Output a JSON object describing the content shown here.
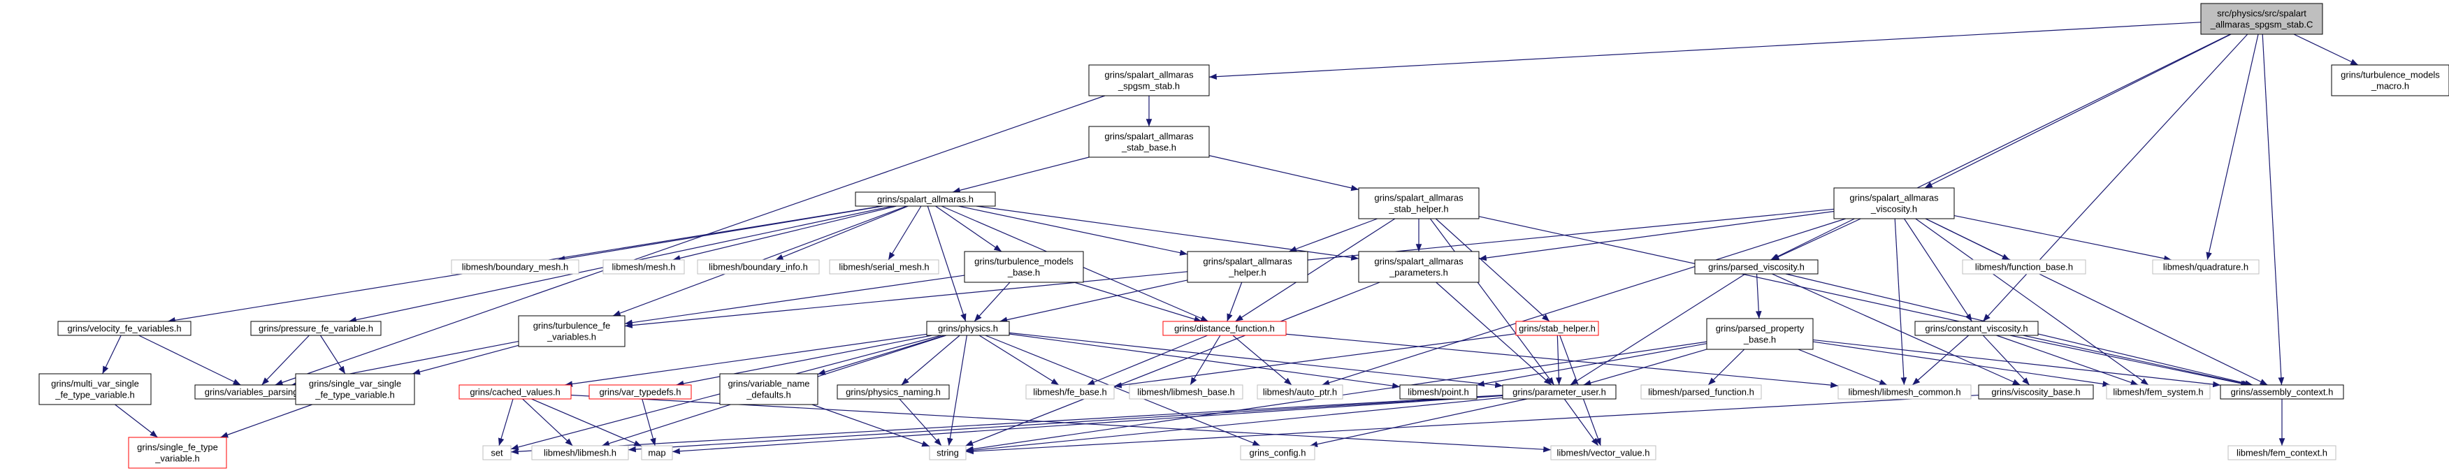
{
  "nodes": [
    {
      "id": "root",
      "lines": [
        "src/physics/src/spalart",
        "_allmaras_spgsm_stab.C"
      ],
      "style": "root"
    },
    {
      "id": "sa_spgsm_stab_h",
      "lines": [
        "grins/spalart_allmaras",
        "_spgsm_stab.h"
      ],
      "style": "normal"
    },
    {
      "id": "turb_macro_h",
      "lines": [
        "grins/turbulence_models",
        "_macro.h"
      ],
      "style": "normal"
    },
    {
      "id": "sa_stab_base_h",
      "lines": [
        "grins/spalart_allmaras",
        "_stab_base.h"
      ],
      "style": "normal"
    },
    {
      "id": "sa_h",
      "lines": [
        "grins/spalart_allmaras.h"
      ],
      "style": "normal"
    },
    {
      "id": "sa_stab_helper_h",
      "lines": [
        "grins/spalart_allmaras",
        "_stab_helper.h"
      ],
      "style": "normal"
    },
    {
      "id": "sa_viscosity_h",
      "lines": [
        "grins/spalart_allmaras",
        "_viscosity.h"
      ],
      "style": "normal"
    },
    {
      "id": "boundary_mesh_h",
      "lines": [
        "libmesh/boundary_mesh.h"
      ],
      "style": "gray"
    },
    {
      "id": "mesh_h",
      "lines": [
        "libmesh/mesh.h"
      ],
      "style": "gray"
    },
    {
      "id": "boundary_info_h",
      "lines": [
        "libmesh/boundary_info.h"
      ],
      "style": "gray"
    },
    {
      "id": "serial_mesh_h",
      "lines": [
        "libmesh/serial_mesh.h"
      ],
      "style": "gray"
    },
    {
      "id": "turb_models_base_h",
      "lines": [
        "grins/turbulence_models",
        "_base.h"
      ],
      "style": "normal"
    },
    {
      "id": "sa_helper_h",
      "lines": [
        "grins/spalart_allmaras",
        "_helper.h"
      ],
      "style": "normal"
    },
    {
      "id": "sa_parameters_h",
      "lines": [
        "grins/spalart_allmaras",
        "_parameters.h"
      ],
      "style": "normal"
    },
    {
      "id": "parsed_viscosity_h",
      "lines": [
        "grins/parsed_viscosity.h"
      ],
      "style": "normal"
    },
    {
      "id": "function_base_h",
      "lines": [
        "libmesh/function_base.h"
      ],
      "style": "gray"
    },
    {
      "id": "quadrature_h",
      "lines": [
        "libmesh/quadrature.h"
      ],
      "style": "gray"
    },
    {
      "id": "velocity_fe_vars_h",
      "lines": [
        "grins/velocity_fe_variables.h"
      ],
      "style": "normal"
    },
    {
      "id": "pressure_fe_var_h",
      "lines": [
        "grins/pressure_fe_variable.h"
      ],
      "style": "normal"
    },
    {
      "id": "turbulence_fe_vars_h",
      "lines": [
        "grins/turbulence_fe",
        "_variables.h"
      ],
      "style": "normal"
    },
    {
      "id": "physics_h",
      "lines": [
        "grins/physics.h"
      ],
      "style": "normal"
    },
    {
      "id": "distance_function_h",
      "lines": [
        "grins/distance_function.h"
      ],
      "style": "red"
    },
    {
      "id": "stab_helper_h",
      "lines": [
        "grins/stab_helper.h"
      ],
      "style": "red"
    },
    {
      "id": "parsed_property_base_h",
      "lines": [
        "grins/parsed_property",
        "_base.h"
      ],
      "style": "normal"
    },
    {
      "id": "constant_viscosity_h",
      "lines": [
        "grins/constant_viscosity.h"
      ],
      "style": "normal"
    },
    {
      "id": "multi_var_single_h",
      "lines": [
        "grins/multi_var_single",
        "_fe_type_variable.h"
      ],
      "style": "normal"
    },
    {
      "id": "variables_parsing_h",
      "lines": [
        "grins/variables_parsing.h"
      ],
      "style": "normal"
    },
    {
      "id": "single_var_single_h",
      "lines": [
        "grins/single_var_single",
        "_fe_type_variable.h"
      ],
      "style": "normal"
    },
    {
      "id": "cached_values_h",
      "lines": [
        "grins/cached_values.h"
      ],
      "style": "red"
    },
    {
      "id": "var_typedefs_h",
      "lines": [
        "grins/var_typedefs.h"
      ],
      "style": "red"
    },
    {
      "id": "variable_name_defaults_h",
      "lines": [
        "grins/variable_name",
        "_defaults.h"
      ],
      "style": "normal"
    },
    {
      "id": "physics_naming_h",
      "lines": [
        "grins/physics_naming.h"
      ],
      "style": "normal"
    },
    {
      "id": "fe_base_h",
      "lines": [
        "libmesh/fe_base.h"
      ],
      "style": "gray"
    },
    {
      "id": "libmesh_base_h",
      "lines": [
        "libmesh/libmesh_base.h"
      ],
      "style": "gray"
    },
    {
      "id": "auto_ptr_h",
      "lines": [
        "libmesh/auto_ptr.h"
      ],
      "style": "gray"
    },
    {
      "id": "point_h",
      "lines": [
        "libmesh/point.h"
      ],
      "style": "normal"
    },
    {
      "id": "parameter_user_h",
      "lines": [
        "grins/parameter_user.h"
      ],
      "style": "normal"
    },
    {
      "id": "parsed_function_h",
      "lines": [
        "libmesh/parsed_function.h"
      ],
      "style": "gray"
    },
    {
      "id": "libmesh_common_h",
      "lines": [
        "libmesh/libmesh_common.h"
      ],
      "style": "gray"
    },
    {
      "id": "viscosity_base_h",
      "lines": [
        "grins/viscosity_base.h"
      ],
      "style": "normal"
    },
    {
      "id": "fem_system_h",
      "lines": [
        "libmesh/fem_system.h"
      ],
      "style": "gray"
    },
    {
      "id": "assembly_context_h",
      "lines": [
        "grins/assembly_context.h"
      ],
      "style": "normal"
    },
    {
      "id": "single_fe_type_var_h",
      "lines": [
        "grins/single_fe_type",
        "_variable.h"
      ],
      "style": "red"
    },
    {
      "id": "set",
      "lines": [
        "set"
      ],
      "style": "gray"
    },
    {
      "id": "libmesh_h",
      "lines": [
        "libmesh/libmesh.h"
      ],
      "style": "gray"
    },
    {
      "id": "map",
      "lines": [
        "map"
      ],
      "style": "gray"
    },
    {
      "id": "string",
      "lines": [
        "string"
      ],
      "style": "gray"
    },
    {
      "id": "grins_config_h",
      "lines": [
        "grins_config.h"
      ],
      "style": "gray"
    },
    {
      "id": "vector_value_h",
      "lines": [
        "libmesh/vector_value.h"
      ],
      "style": "gray"
    },
    {
      "id": "fem_context_h",
      "lines": [
        "libmesh/fem_context.h"
      ],
      "style": "gray"
    }
  ],
  "edges": [
    [
      "root",
      "sa_spgsm_stab_h"
    ],
    [
      "root",
      "turb_macro_h"
    ],
    [
      "root",
      "sa_viscosity_h"
    ],
    [
      "root",
      "parsed_viscosity_h"
    ],
    [
      "root",
      "quadrature_h"
    ],
    [
      "root",
      "constant_viscosity_h"
    ],
    [
      "root",
      "assembly_context_h"
    ],
    [
      "sa_spgsm_stab_h",
      "sa_stab_base_h"
    ],
    [
      "sa_spgsm_stab_h",
      "variables_parsing_h"
    ],
    [
      "sa_stab_base_h",
      "sa_h"
    ],
    [
      "sa_stab_base_h",
      "sa_stab_helper_h"
    ],
    [
      "sa_h",
      "boundary_mesh_h"
    ],
    [
      "sa_h",
      "mesh_h"
    ],
    [
      "sa_h",
      "boundary_info_h"
    ],
    [
      "sa_h",
      "serial_mesh_h"
    ],
    [
      "sa_h",
      "turb_models_base_h"
    ],
    [
      "sa_h",
      "sa_helper_h"
    ],
    [
      "sa_h",
      "sa_parameters_h"
    ],
    [
      "sa_h",
      "velocity_fe_vars_h"
    ],
    [
      "sa_h",
      "pressure_fe_var_h"
    ],
    [
      "sa_h",
      "turbulence_fe_vars_h"
    ],
    [
      "sa_h",
      "physics_h"
    ],
    [
      "sa_h",
      "distance_function_h"
    ],
    [
      "sa_stab_helper_h",
      "sa_helper_h"
    ],
    [
      "sa_stab_helper_h",
      "sa_parameters_h"
    ],
    [
      "sa_stab_helper_h",
      "distance_function_h"
    ],
    [
      "sa_stab_helper_h",
      "stab_helper_h"
    ],
    [
      "sa_stab_helper_h",
      "parameter_user_h"
    ],
    [
      "sa_stab_helper_h",
      "assembly_context_h"
    ],
    [
      "sa_viscosity_h",
      "parsed_viscosity_h"
    ],
    [
      "sa_viscosity_h",
      "function_base_h"
    ],
    [
      "sa_viscosity_h",
      "quadrature_h"
    ],
    [
      "sa_viscosity_h",
      "constant_viscosity_h"
    ],
    [
      "sa_viscosity_h",
      "sa_parameters_h"
    ],
    [
      "sa_viscosity_h",
      "turbulence_fe_vars_h"
    ],
    [
      "sa_viscosity_h",
      "auto_ptr_h"
    ],
    [
      "sa_viscosity_h",
      "libmesh_common_h"
    ],
    [
      "sa_viscosity_h",
      "fem_system_h"
    ],
    [
      "sa_viscosity_h",
      "assembly_context_h"
    ],
    [
      "turb_models_base_h",
      "physics_h"
    ],
    [
      "turb_models_base_h",
      "distance_function_h"
    ],
    [
      "turb_models_base_h",
      "turbulence_fe_vars_h"
    ],
    [
      "sa_helper_h",
      "physics_h"
    ],
    [
      "sa_helper_h",
      "distance_function_h"
    ],
    [
      "sa_parameters_h",
      "parameter_user_h"
    ],
    [
      "sa_parameters_h",
      "string"
    ],
    [
      "parsed_viscosity_h",
      "parsed_property_base_h"
    ],
    [
      "parsed_viscosity_h",
      "parameter_user_h"
    ],
    [
      "parsed_viscosity_h",
      "viscosity_base_h"
    ],
    [
      "parsed_viscosity_h",
      "assembly_context_h"
    ],
    [
      "velocity_fe_vars_h",
      "multi_var_single_h"
    ],
    [
      "velocity_fe_vars_h",
      "variables_parsing_h"
    ],
    [
      "pressure_fe_var_h",
      "single_var_single_h"
    ],
    [
      "pressure_fe_var_h",
      "variables_parsing_h"
    ],
    [
      "turbulence_fe_vars_h",
      "single_var_single_h"
    ],
    [
      "turbulence_fe_vars_h",
      "variables_parsing_h"
    ],
    [
      "physics_h",
      "cached_values_h"
    ],
    [
      "physics_h",
      "var_typedefs_h"
    ],
    [
      "physics_h",
      "variable_name_defaults_h"
    ],
    [
      "physics_h",
      "physics_naming_h"
    ],
    [
      "physics_h",
      "fe_base_h"
    ],
    [
      "physics_h",
      "point_h"
    ],
    [
      "physics_h",
      "parameter_user_h"
    ],
    [
      "physics_h",
      "libmesh_h"
    ],
    [
      "physics_h",
      "set"
    ],
    [
      "physics_h",
      "string"
    ],
    [
      "physics_h",
      "grins_config_h"
    ],
    [
      "distance_function_h",
      "fe_base_h"
    ],
    [
      "distance_function_h",
      "libmesh_base_h"
    ],
    [
      "distance_function_h",
      "auto_ptr_h"
    ],
    [
      "distance_function_h",
      "libmesh_common_h"
    ],
    [
      "stab_helper_h",
      "fe_base_h"
    ],
    [
      "stab_helper_h",
      "parameter_user_h"
    ],
    [
      "stab_helper_h",
      "vector_value_h"
    ],
    [
      "parsed_property_base_h",
      "point_h"
    ],
    [
      "parsed_property_base_h",
      "parsed_function_h"
    ],
    [
      "parsed_property_base_h",
      "libmesh_common_h"
    ],
    [
      "parsed_property_base_h",
      "parameter_user_h"
    ],
    [
      "parsed_property_base_h",
      "fem_system_h"
    ],
    [
      "parsed_property_base_h",
      "assembly_context_h"
    ],
    [
      "parsed_property_base_h",
      "string"
    ],
    [
      "constant_viscosity_h",
      "viscosity_base_h"
    ],
    [
      "constant_viscosity_h",
      "libmesh_common_h"
    ],
    [
      "constant_viscosity_h",
      "fem_system_h"
    ],
    [
      "constant_viscosity_h",
      "assembly_context_h"
    ],
    [
      "multi_var_single_h",
      "single_fe_type_var_h"
    ],
    [
      "single_var_single_h",
      "single_fe_type_var_h"
    ],
    [
      "cached_values_h",
      "libmesh_h"
    ],
    [
      "cached_values_h",
      "set"
    ],
    [
      "cached_values_h",
      "map"
    ],
    [
      "cached_values_h",
      "vector_value_h"
    ],
    [
      "var_typedefs_h",
      "map"
    ],
    [
      "variable_name_defaults_h",
      "string"
    ],
    [
      "physics_naming_h",
      "string"
    ],
    [
      "parameter_user_h",
      "set"
    ],
    [
      "parameter_user_h",
      "map"
    ],
    [
      "parameter_user_h",
      "string"
    ],
    [
      "parameter_user_h",
      "grins_config_h"
    ],
    [
      "parameter_user_h",
      "vector_value_h"
    ],
    [
      "parameter_user_h",
      "libmesh_h"
    ],
    [
      "viscosity_base_h",
      "string"
    ],
    [
      "assembly_context_h",
      "fem_context_h"
    ]
  ],
  "colors": {
    "node_border": "#000000",
    "gray_border": "#bfbfbf",
    "red_border": "#ff0000",
    "root_fill": "#bfbfbf",
    "node_fill": "#ffffff",
    "edge": "#191970",
    "text": "#000000",
    "gray_text": "#000000"
  }
}
